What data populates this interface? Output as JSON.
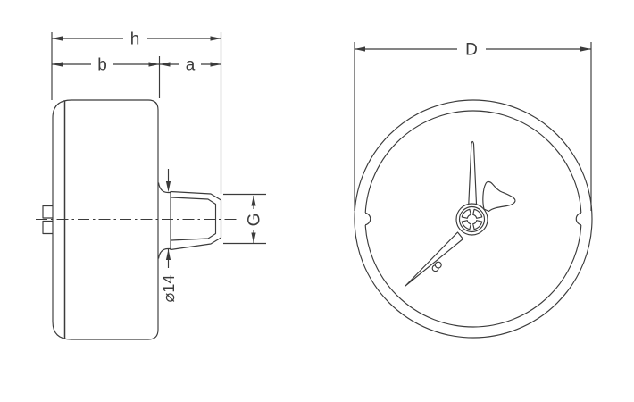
{
  "labels": {
    "h": "h",
    "b": "b",
    "a": "a",
    "G": "G",
    "dia14": "⌀14",
    "D": "D"
  },
  "colors": {
    "line": "#3b3b3b",
    "background": "#ffffff"
  }
}
